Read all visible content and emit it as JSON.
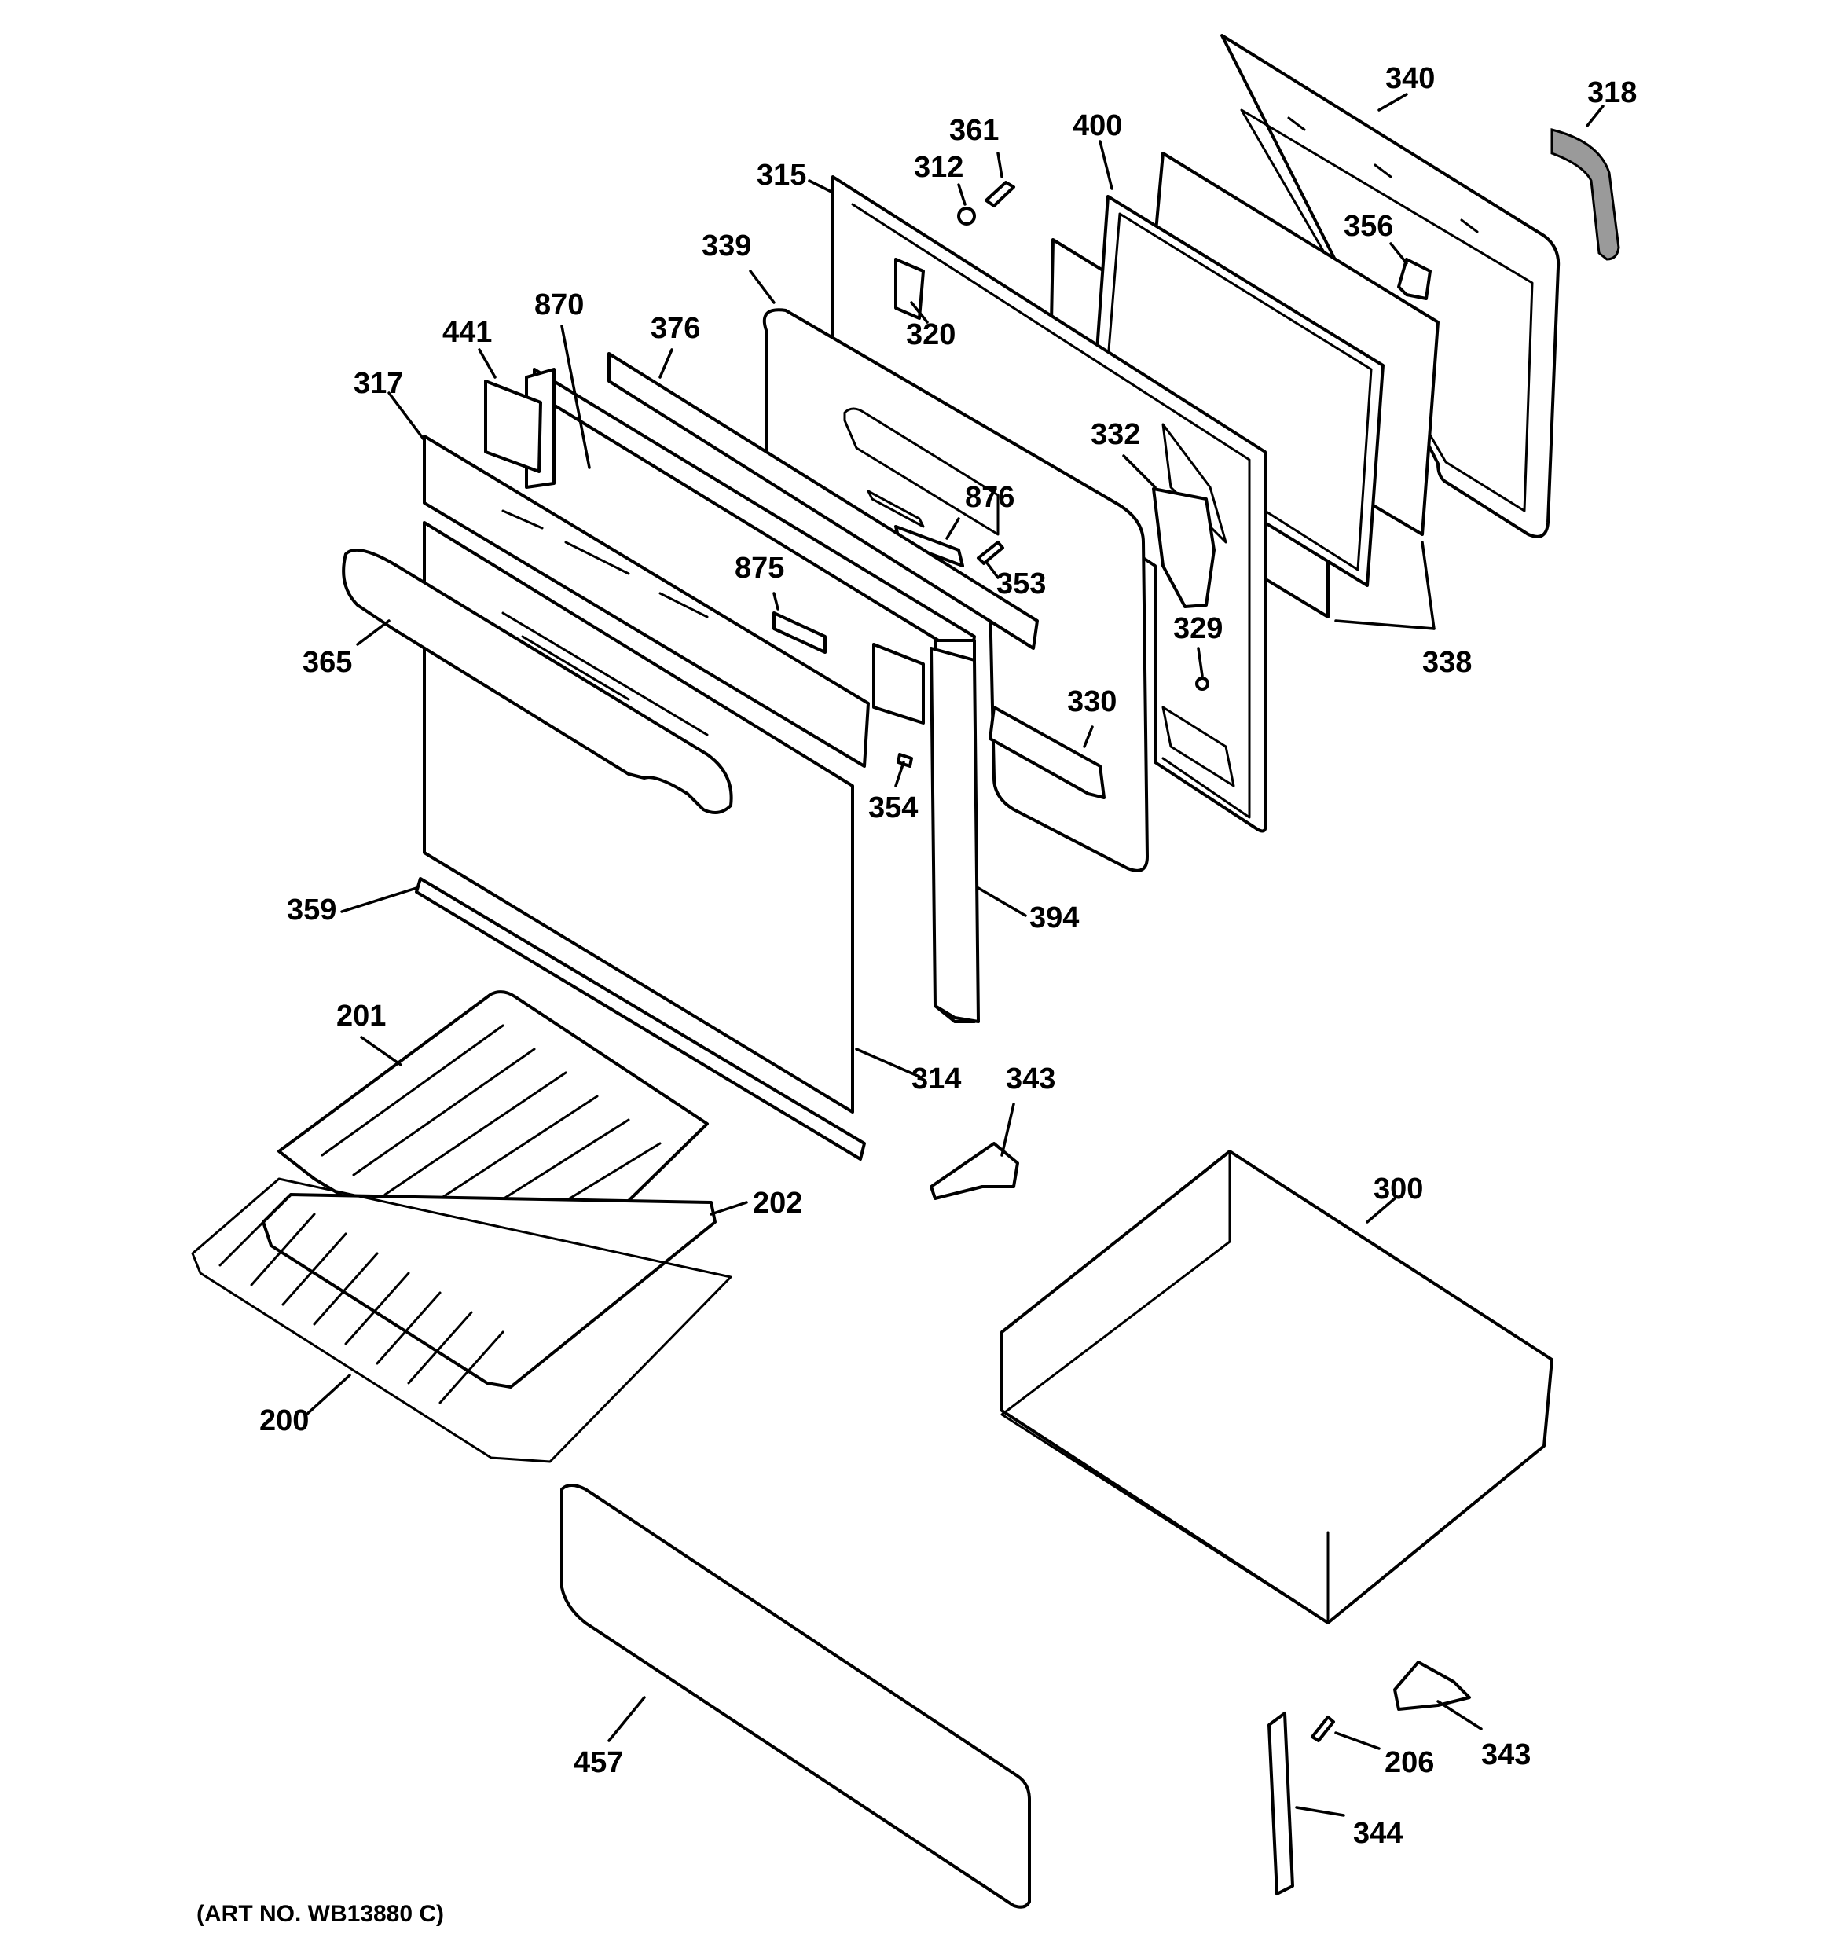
{
  "diagram": {
    "art_number": "(ART NO. WB13880 C)",
    "callouts": [
      "340",
      "318",
      "361",
      "400",
      "312",
      "315",
      "356",
      "339",
      "320",
      "870",
      "376",
      "441",
      "317",
      "332",
      "876",
      "353",
      "875",
      "329",
      "365",
      "338",
      "330",
      "354",
      "359",
      "394",
      "201",
      "314",
      "343",
      "202",
      "300",
      "200",
      "457",
      "206",
      "343",
      "344"
    ]
  },
  "colors": {
    "line": "#000000",
    "background": "#ffffff",
    "gasket": "#9a9a9a"
  }
}
